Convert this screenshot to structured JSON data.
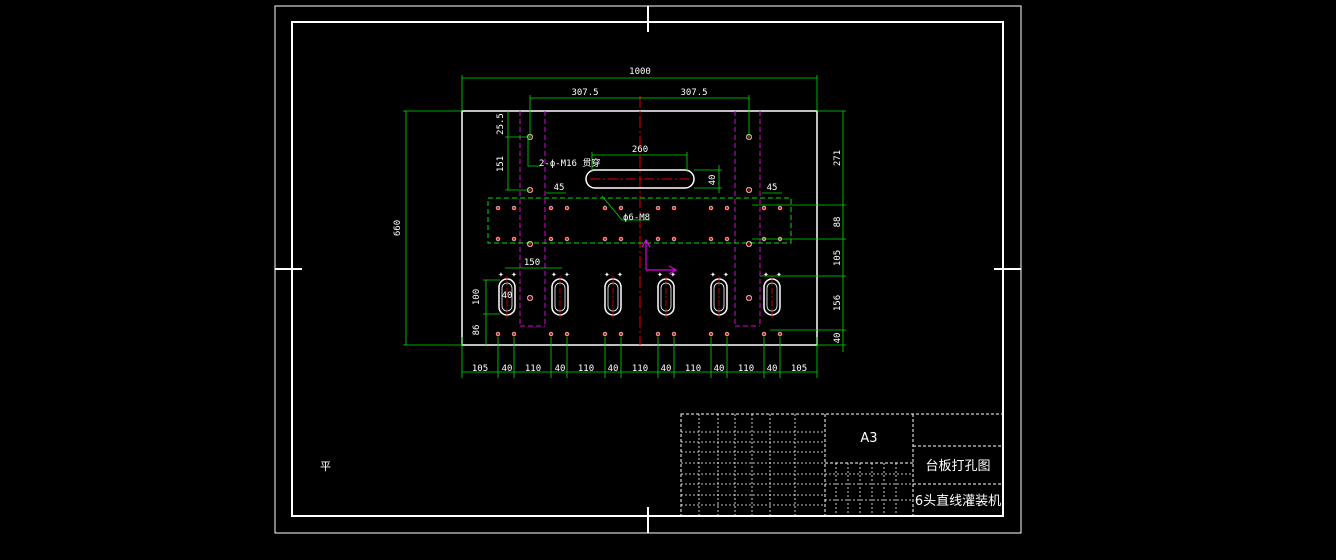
{
  "drawing": {
    "overall_width": "1000",
    "half_span_left": "307.5",
    "half_span_right": "307.5",
    "slot_length": "260",
    "slot_width": "40",
    "slot_pitch_label": "150",
    "slot_height": "100",
    "slot_small_width": "40",
    "callout_top": "2-ϕ-M16 贯穿",
    "callout_middle": "ϕ6-M8",
    "left_small_dim": "45",
    "right_small_dim": "45",
    "left_vertical_total": "660",
    "left_vertical_top": "25.5",
    "left_vertical_second": "151",
    "left_vertical_bottom": "86",
    "right_dims": [
      "271",
      "88",
      "105",
      "156",
      "40"
    ],
    "bottom_dims": [
      "105",
      "40",
      "110",
      "40",
      "110",
      "40",
      "110",
      "40",
      "110",
      "40",
      "110",
      "40",
      "105"
    ],
    "note_mark": "平"
  },
  "title_block": {
    "sheet_size": "A3",
    "drawing_title": "台板打孔图",
    "project_name": "6头直线灌装机"
  },
  "colors": {
    "frame": "#ffffff",
    "dimension": "#00e000",
    "hidden_line": "#e000e0",
    "center_line": "#e00000",
    "background": "#000000"
  }
}
